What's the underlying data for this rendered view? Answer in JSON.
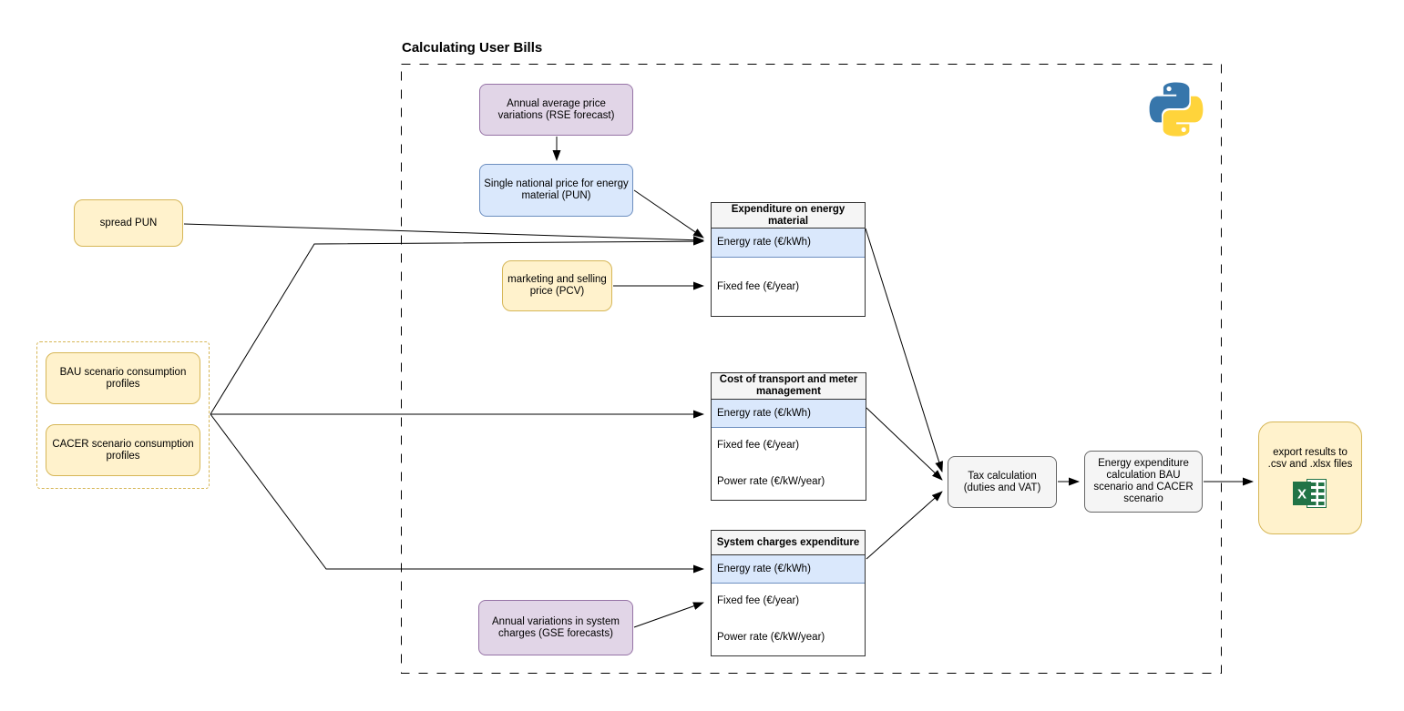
{
  "diagram": {
    "title": "Calculating User Bills",
    "nodes": {
      "rse_forecast": "Annual average price variations (RSE forecast)",
      "pun": "Single national price for energy material (PUN)",
      "spread_pun": "spread PUN",
      "bau_profiles": "BAU scenario consumption profiles",
      "cacer_profiles": "CACER scenario consumption profiles",
      "pcv": "marketing and selling price (PCV)",
      "gse_forecast": "Annual variations in system charges (GSE forecasts)",
      "tax": "Tax calculation (duties and VAT)",
      "energy_expenditure": "Energy expenditure calculation BAU scenario and CACER scenario",
      "export_results": "export results to .csv and .xlsx files"
    },
    "tables": {
      "energy_material": {
        "header": "Expenditure on energy material",
        "rows": [
          "Energy rate (€/kWh)",
          "Fixed fee (€/year)"
        ]
      },
      "transport_meter": {
        "header": "Cost of transport and meter management",
        "rows": [
          "Energy rate (€/kWh)",
          "Fixed fee (€/year)",
          "Power rate (€/kW/year)"
        ]
      },
      "system_charges": {
        "header": "System charges expenditure",
        "rows": [
          "Energy rate (€/kWh)",
          "Fixed fee (€/year)",
          "Power rate (€/kW/year)"
        ]
      }
    },
    "icons": {
      "python": "python-logo",
      "excel": "excel-spreadsheet-icon"
    },
    "colors": {
      "yellow_fill": "#FFF2CC",
      "yellow_border": "#D6B656",
      "purple_fill": "#E1D5E7",
      "purple_border": "#9673A6",
      "blue_fill": "#DAE8FC",
      "blue_border": "#6C8EBF",
      "gray_fill": "#F5F5F5",
      "gray_border": "#666666",
      "row_blue_fill": "#DAE8FC",
      "table_border": "#333333",
      "line": "#000000",
      "excel_green": "#217346",
      "python_blue": "#3776AB",
      "python_yellow": "#FFD43B"
    }
  }
}
